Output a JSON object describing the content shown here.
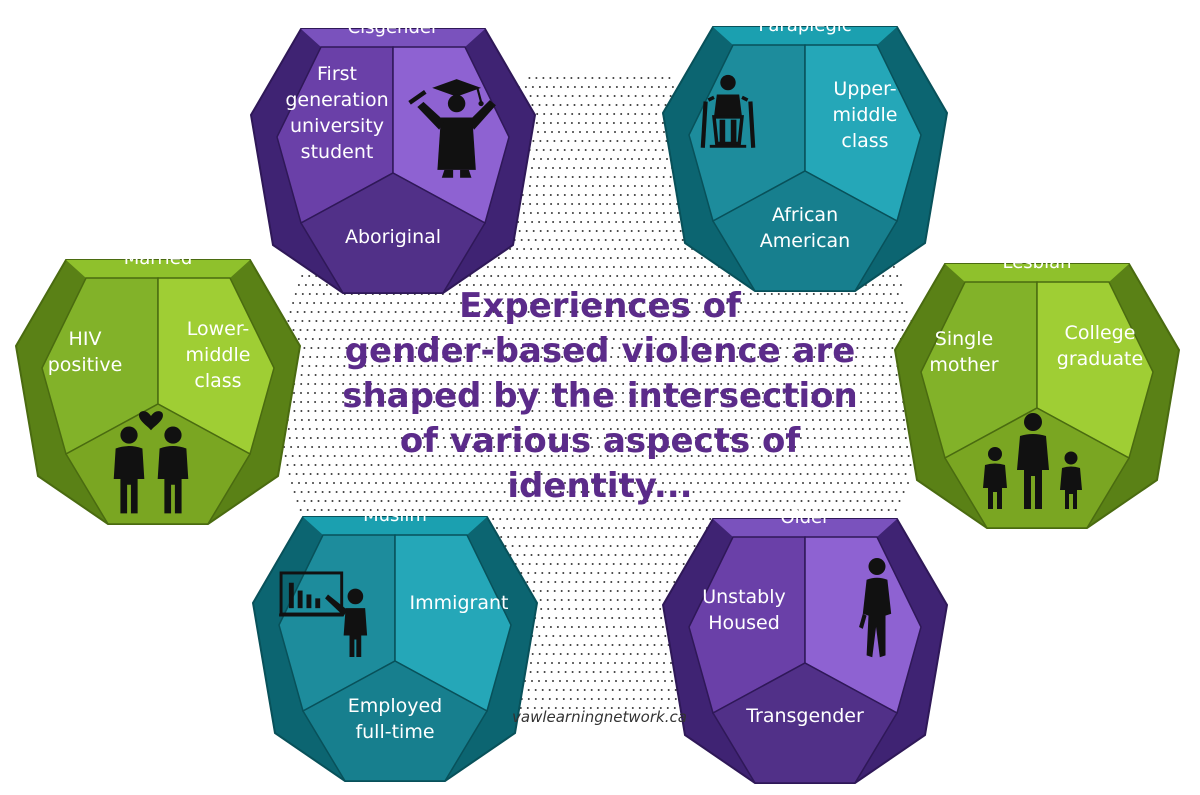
{
  "center_text": {
    "lines": [
      "Experiences of",
      "gender-based violence are",
      "shaped by the intersection",
      "of various aspects of",
      "identity..."
    ]
  },
  "credit": "vawlearningnetwork.ca",
  "dice": {
    "cisgender": {
      "top": "Cisgender",
      "left_lines": [
        "First",
        "generation",
        "university",
        "student"
      ],
      "bottom": "Aboriginal",
      "icon": "graduate-icon"
    },
    "paraplegic": {
      "top": "Paraplegic",
      "right_lines": [
        "Upper-",
        "middle",
        "class"
      ],
      "bottom_lines": [
        "African",
        "American"
      ],
      "icon": "wheelchair-user-icon"
    },
    "married": {
      "top": "Married",
      "left_lines": [
        "HIV",
        "positive"
      ],
      "right_lines": [
        "Lower-",
        "middle",
        "class"
      ],
      "icon": "couple-heart-icon"
    },
    "lesbian": {
      "top": "Lesbian",
      "left_lines": [
        "Single",
        "mother"
      ],
      "right_lines": [
        "College",
        "graduate"
      ],
      "icon": "parent-children-icon"
    },
    "muslim": {
      "top": "Muslim",
      "right": "Immigrant",
      "bottom_lines": [
        "Employed",
        "full-time"
      ],
      "icon": "presenter-chart-icon"
    },
    "older": {
      "top": "Older",
      "left_lines": [
        "Unstably",
        "Housed"
      ],
      "bottom": "Transgender",
      "icon": "person-icon"
    }
  },
  "colors": {
    "purple": {
      "base": "#5a3596",
      "bottom": "#513088",
      "left": "#6a40a8",
      "right": "#8e62d2",
      "top": "#7a52bd",
      "side": "#3f2373",
      "edge": "#2f1858"
    },
    "teal": {
      "base": "#137e8c",
      "bottom": "#177f8e",
      "left": "#1d8c9c",
      "right": "#25a7b8",
      "top": "#1ba0b0",
      "side": "#0c6571",
      "edge": "#08515a"
    },
    "green": {
      "base": "#6d9a1c",
      "bottom": "#7aa622",
      "left": "#82b229",
      "right": "#9fce34",
      "top": "#8fc12c",
      "side": "#5a8116",
      "edge": "#4a6b10"
    },
    "title": "#5b2b8a"
  }
}
